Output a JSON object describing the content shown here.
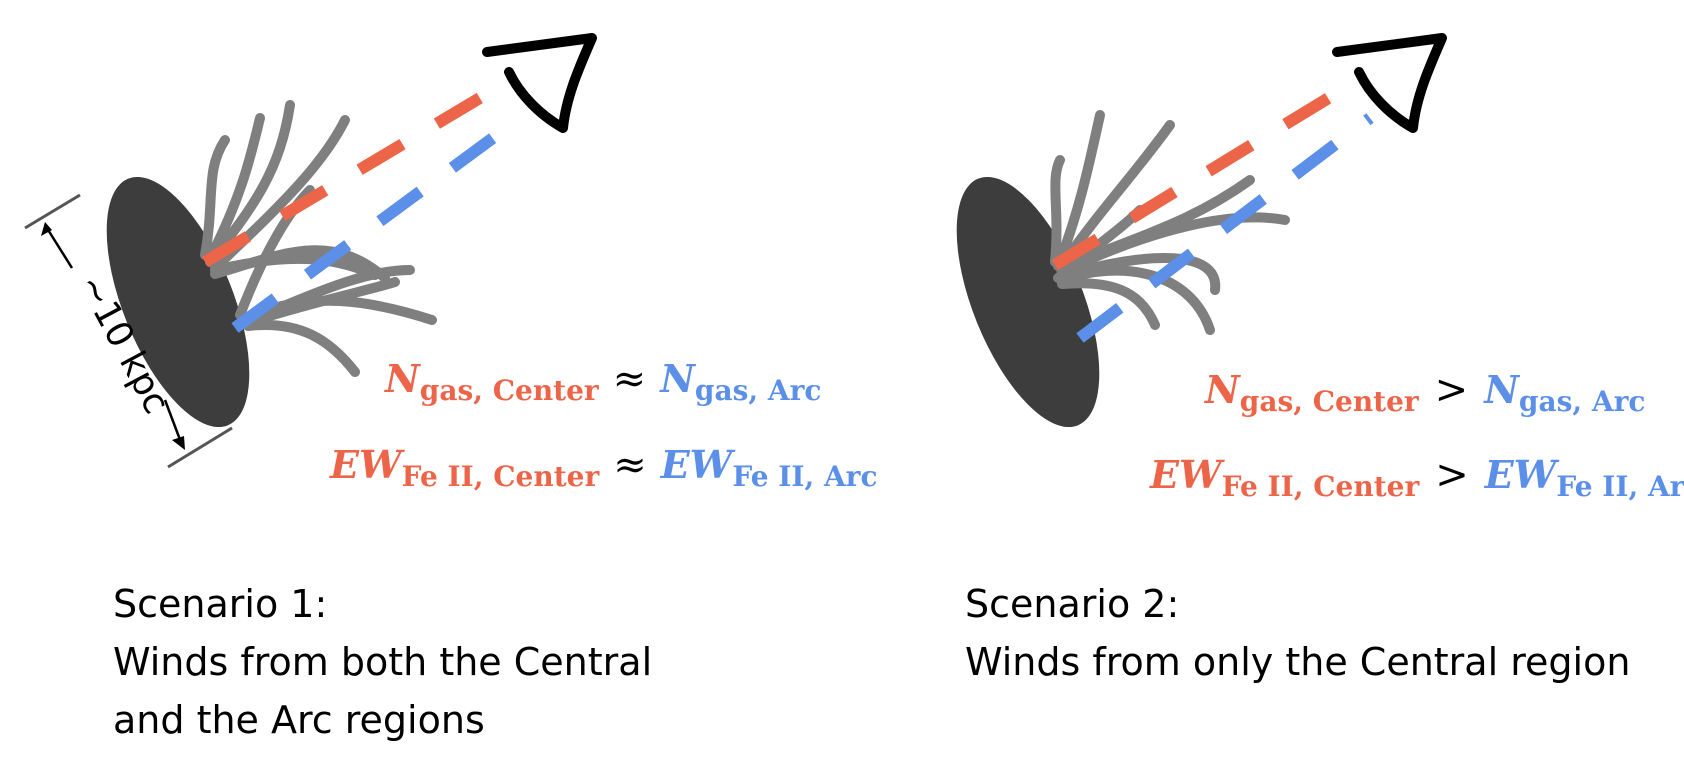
{
  "colors": {
    "center": "#ec6549",
    "arc": "#5b8fe8",
    "disk": "#3d3d3d",
    "wind": "#7f7f7f",
    "scale": "#555555"
  },
  "scale_label": "~10 kpc",
  "scenario1": {
    "title": "Scenario 1:",
    "line2": "Winds from both the Central",
    "line3": "and the Arc regions",
    "eq1": {
      "lhs": "N",
      "lhs_sub": "gas, Center",
      "op": "≈",
      "rhs": "N",
      "rhs_sub": "gas, Arc"
    },
    "eq2": {
      "lhs": "EW",
      "lhs_sub": "Fe II, Center",
      "op": "≈",
      "rhs": "EW",
      "rhs_sub": "Fe II, Arc"
    }
  },
  "scenario2": {
    "title": "Scenario 2:",
    "line2": "Winds from only the Central region",
    "eq1": {
      "lhs": "N",
      "lhs_sub": "gas, Center",
      "op": ">",
      "rhs": "N",
      "rhs_sub": "gas, Arc"
    },
    "eq2": {
      "lhs": "EW",
      "lhs_sub": "Fe II, Center",
      "op": ">",
      "rhs": "EW",
      "rhs_sub": "Fe II, Arc"
    }
  }
}
